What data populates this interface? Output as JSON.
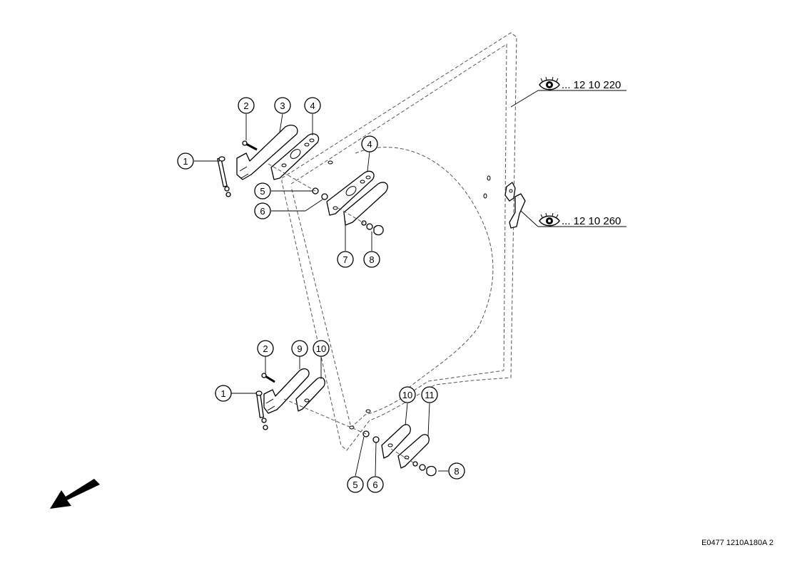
{
  "callouts": [
    {
      "num": "1"
    },
    {
      "num": "2"
    },
    {
      "num": "3"
    },
    {
      "num": "4"
    },
    {
      "num": "4"
    },
    {
      "num": "5"
    },
    {
      "num": "6"
    },
    {
      "num": "7"
    },
    {
      "num": "8"
    },
    {
      "num": "1"
    },
    {
      "num": "2"
    },
    {
      "num": "9"
    },
    {
      "num": "10"
    },
    {
      "num": "10"
    },
    {
      "num": "11"
    },
    {
      "num": "5"
    },
    {
      "num": "6"
    },
    {
      "num": "8"
    }
  ],
  "references": [
    {
      "icon": "eye-icon",
      "text": "... 12 10 220"
    },
    {
      "icon": "eye-icon",
      "text": "... 12 10 260"
    }
  ],
  "drawing_code": "E0477 1210A180A 2",
  "direction_icon": "arrow-down-left-icon"
}
